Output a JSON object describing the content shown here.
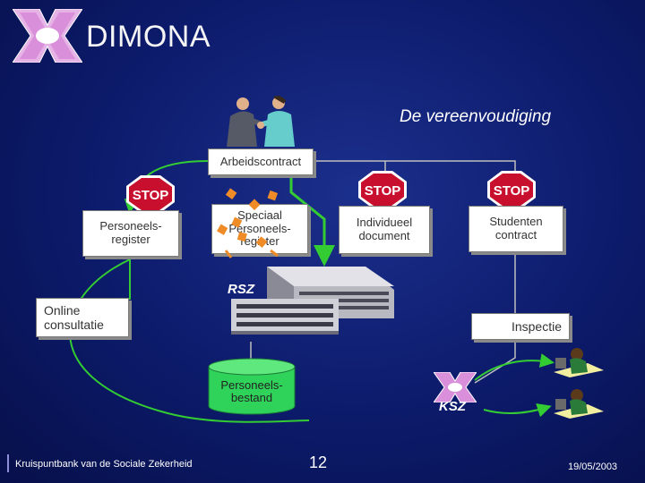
{
  "title": "DIMONA",
  "subtitle": "De vereenvoudiging",
  "nodes": {
    "arbeidscontract": "Arbeidscontract",
    "personeelsregister": "Personeels-\nregister",
    "speciaal_register": "Speciaal\nPersoneels-\nregister",
    "individueel_document": "Individueel\ndocument",
    "studenten_contract": "Studenten\ncontract",
    "rsz": "RSZ",
    "online_consultatie": "Online\nconsultatie",
    "inspectie": "Inspectie",
    "personeelsbestand": "Personeels-\nbestand",
    "ksz": "KSZ"
  },
  "stop_sign_text": "STOP",
  "footer": {
    "organization": "Kruispuntbank van de Sociale Zekerheid",
    "page_number": "12",
    "date": "19/05/2003"
  },
  "colors": {
    "background": "#0c1a6a",
    "arrow_green": "#33cc33",
    "line_gray": "#bfbfbf",
    "stop_red": "#c8102e"
  }
}
